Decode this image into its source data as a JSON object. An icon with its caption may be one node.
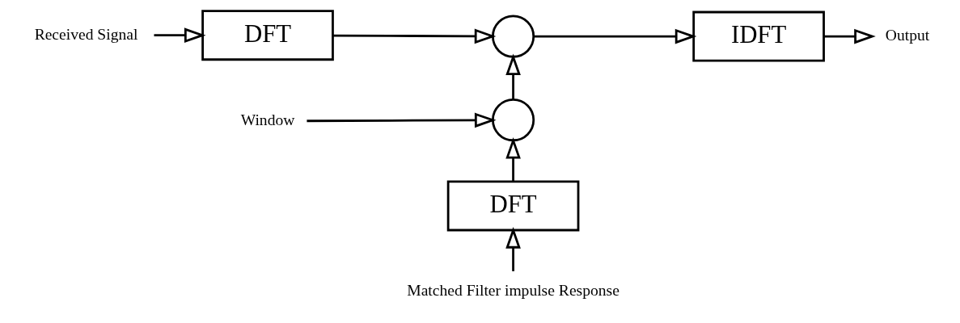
{
  "diagram": {
    "nodes": [
      {
        "text": [
          "Received Signal"
        ]
      },
      {
        "text": [
          "DFT"
        ]
      },
      {
        "text": [],
        "shape": "circle"
      },
      {
        "text": [
          "IDFT"
        ]
      },
      {
        "text": [
          "Output"
        ]
      },
      {
        "text": [],
        "shape": "circle"
      },
      {
        "text": [
          "Window"
        ]
      },
      {
        "text": [
          "DFT"
        ]
      },
      {
        "text": [
          "Matched Filter impulse Response"
        ]
      }
    ],
    "edges": [
      {
        "from": 0,
        "to": 1,
        "arrow": "to"
      },
      {
        "from": 1,
        "to": 2,
        "arrow": "to"
      },
      {
        "from": 2,
        "to": 3,
        "arrow": "to"
      },
      {
        "from": 3,
        "to": 4,
        "arrow": "to"
      },
      {
        "from": 5,
        "to": 2,
        "arrow": "to"
      },
      {
        "from": 6,
        "to": 5,
        "arrow": "to"
      },
      {
        "from": 7,
        "to": 5,
        "arrow": "to"
      },
      {
        "from": 8,
        "to": 7,
        "arrow": "to"
      }
    ]
  }
}
